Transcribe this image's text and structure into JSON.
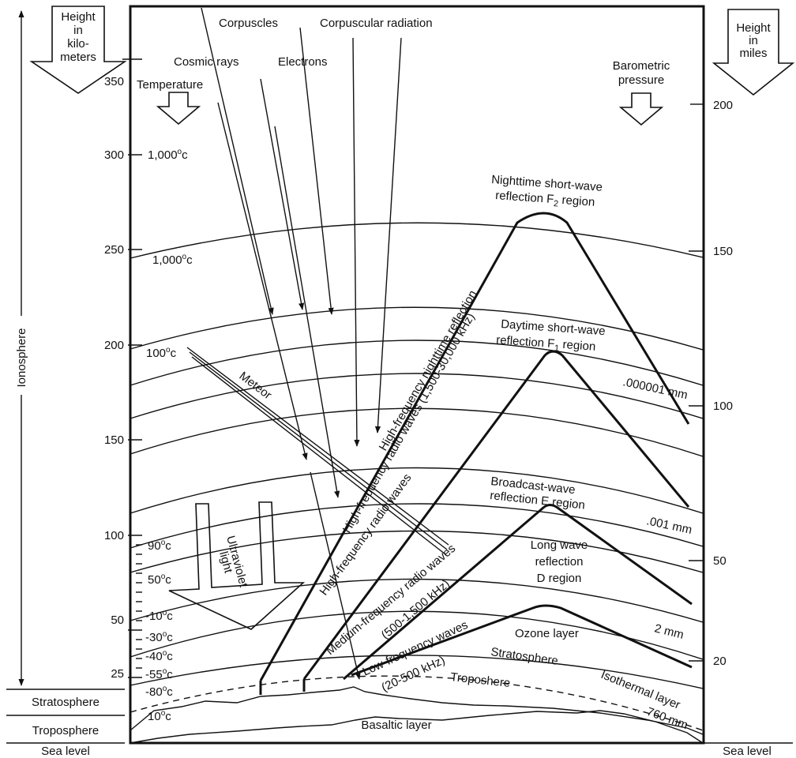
{
  "left_axis": {
    "header": [
      "Height",
      "in",
      "kilo-",
      "meters"
    ],
    "ticks": [
      "350",
      "300",
      "250",
      "200",
      "150",
      "100",
      "50",
      "25"
    ],
    "ionosphere": "Ionosphere",
    "stratosphere": "Stratosphere",
    "troposphere": "Troposphere",
    "sea_level": "Sea level"
  },
  "right_axis": {
    "header": [
      "Height",
      "in",
      "miles"
    ],
    "ticks": [
      "200",
      "150",
      "100",
      "50",
      "20"
    ],
    "sea_level": "Sea level"
  },
  "temperature": {
    "label": "Temperature",
    "values": [
      "1,000",
      "1,000",
      "100",
      "90",
      "50",
      "-10",
      "-30",
      "-40",
      "-55",
      "-80",
      "10"
    ],
    "unit_sup": "o",
    "unit": "c"
  },
  "pressure": {
    "label": [
      "Barometric",
      "pressure"
    ],
    "values": [
      ".000001 mm",
      ".001 mm",
      "2 mm",
      "760 mm"
    ]
  },
  "radiation": {
    "cosmic_rays": "Cosmic rays",
    "corpuscles": "Corpuscles",
    "electrons": "Electrons",
    "corpuscular": "Corpuscular radiation",
    "uv": [
      "Ultraviolet",
      "light"
    ],
    "meteor": "Meteor"
  },
  "regions": {
    "f2": {
      "line1": "Nighttime short-wave",
      "line2_pre": "reflection F",
      "sub": "2",
      "line2_post": " region"
    },
    "f1": {
      "line1": "Daytime short-wave",
      "line2_pre": "reflection F",
      "sub": "1",
      "line2_post": " region"
    },
    "e": [
      "Broadcast-wave",
      "reflection E region"
    ],
    "d": [
      "Long wave",
      "reflection",
      "D region"
    ]
  },
  "waves": {
    "hf_night": "High-frequency nighttime reflection",
    "hf": "High-frequency radio waves (1,500-30,000 kHz)",
    "hf2": "High-frequency radio waves",
    "mf1": "Medium-frequency radio waves",
    "mf2": "(500-1,500 kHz)",
    "lf1": "Low-frequency waves",
    "lf2": "(20-500 kHz)"
  },
  "layers": {
    "ozone": "Ozone layer",
    "stratosphere": "Stratosphere",
    "isothermal": "Isothermal layer",
    "troposhere": "Troposhere",
    "basaltic": "Basaltic layer"
  }
}
